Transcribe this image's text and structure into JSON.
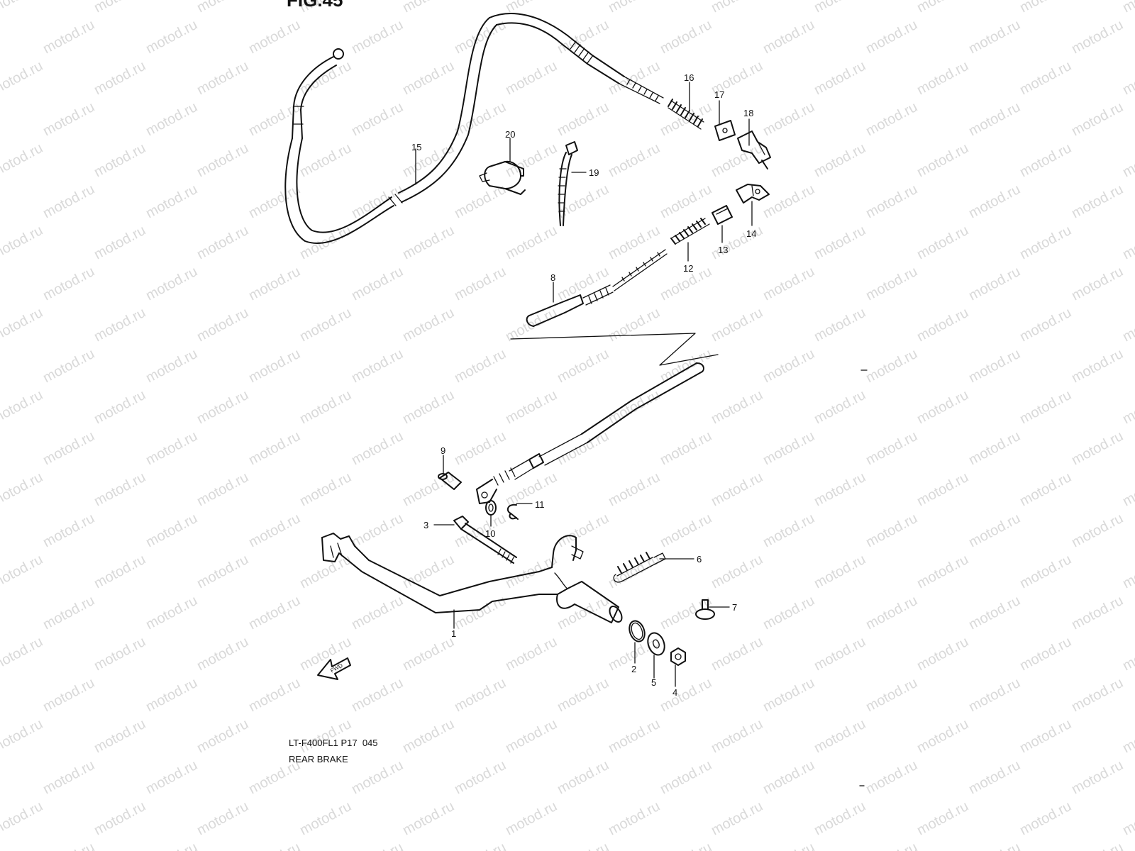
{
  "figure_title": "FIG.45",
  "watermark_text": "motod.ru",
  "diagram_code": "LT-F400FL1 P17  045",
  "diagram_name": "REAR BRAKE",
  "fwd_badge": "FWD",
  "callouts": {
    "c1": "1",
    "c2": "2",
    "c3": "3",
    "c4": "4",
    "c5": "5",
    "c6": "6",
    "c7": "7",
    "c8": "8",
    "c9": "9",
    "c10": "10",
    "c11": "11",
    "c12": "12",
    "c13": "13",
    "c14": "14",
    "c15": "15",
    "c16": "16",
    "c17": "17",
    "c18": "18",
    "c19": "19",
    "c20": "20"
  },
  "colors": {
    "line": "#111111",
    "watermark": "#d9d9d9",
    "background": "#ffffff"
  }
}
